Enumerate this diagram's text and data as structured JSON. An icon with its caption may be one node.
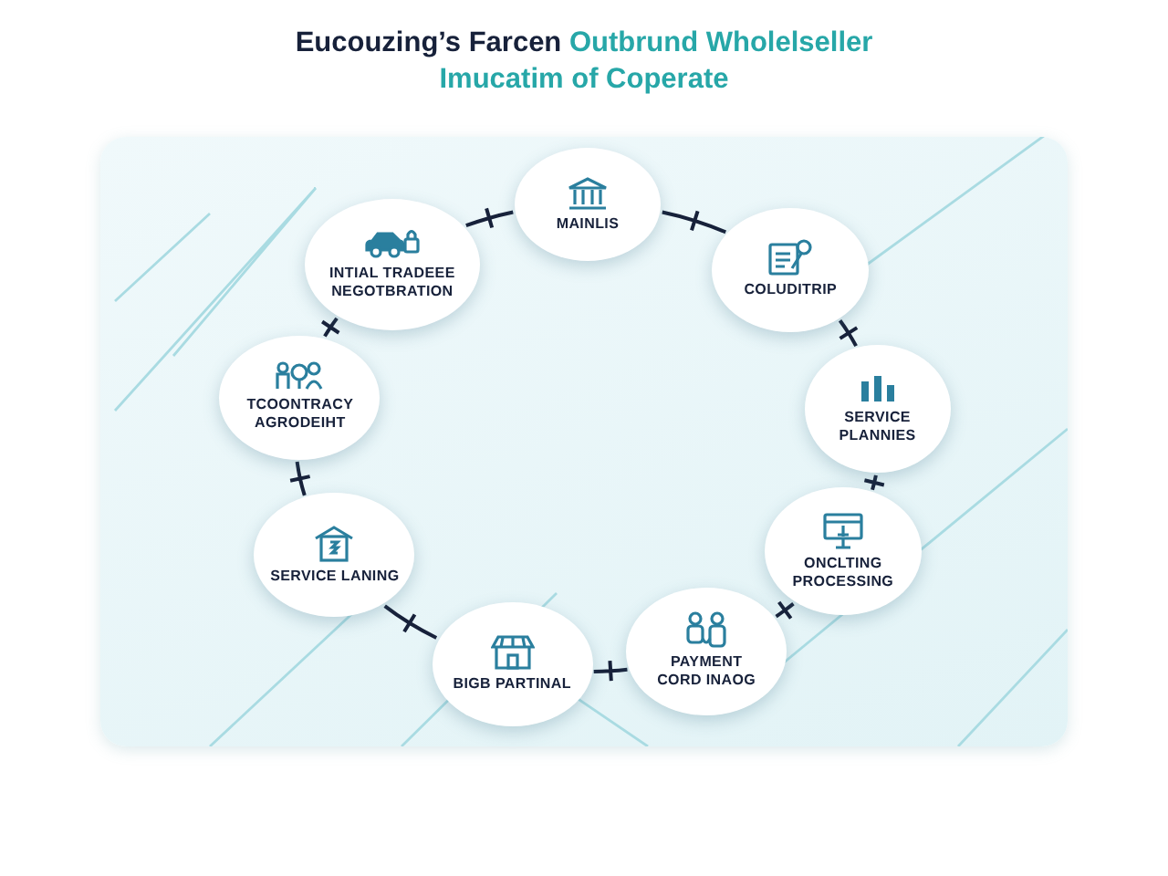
{
  "diagram": {
    "title": "**Eucouzing’s Farcen** Outbrund Wholelseller Imucatim of Coperate",
    "nodes": [
      {
        "text": [
          "MAINLIS"
        ]
      },
      {
        "text": [
          "COLUDITRIP"
        ]
      },
      {
        "text": [
          "SERVICE PLANNIES"
        ]
      },
      {
        "text": [
          "ONCLTING PROCESSING"
        ]
      },
      {
        "text": [
          "PAYMENT CORD INAOG"
        ]
      },
      {
        "text": [
          "BIGB PARTINAL"
        ]
      },
      {
        "text": [
          "SERVICE LANING"
        ]
      },
      {
        "text": [
          "TCOONTRACY AGRODEIHT"
        ]
      },
      {
        "text": [
          "INTIAL TRADEEE NEGOTBRATION"
        ]
      }
    ],
    "edges": [
      {
        "from": 0,
        "to": 1,
        "arrow": "none"
      },
      {
        "from": 1,
        "to": 2,
        "arrow": "none"
      },
      {
        "from": 2,
        "to": 3,
        "arrow": "none"
      },
      {
        "from": 3,
        "to": 4,
        "arrow": "none"
      },
      {
        "from": 4,
        "to": 5,
        "arrow": "none"
      },
      {
        "from": 5,
        "to": 6,
        "arrow": "none"
      },
      {
        "from": 6,
        "to": 7,
        "arrow": "none"
      },
      {
        "from": 7,
        "to": 8,
        "arrow": "none"
      },
      {
        "from": 8,
        "to": 0,
        "arrow": "none"
      }
    ]
  }
}
